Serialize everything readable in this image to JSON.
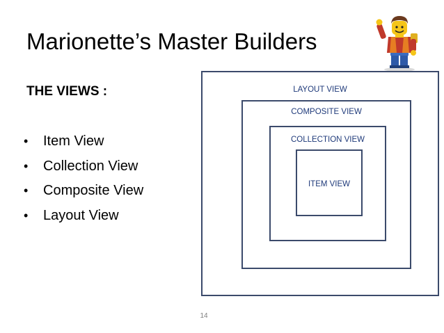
{
  "slide": {
    "title": "Marionette’s Master Builders",
    "heading": "THE VIEWS :",
    "bullet_symbol": "•",
    "bullets": [
      "Item View",
      "Collection View",
      "Composite View",
      "Layout View"
    ],
    "page_number": "14"
  },
  "diagram": {
    "layout_view": "LAYOUT VIEW",
    "composite_view": "COMPOSITE VIEW",
    "collection_view": "COLLECTION VIEW",
    "item_view": "ITEM VIEW",
    "border_color": "#3b4a6b",
    "label_color": "#1f3a7a"
  },
  "icons": {
    "avatar": "lego-minifigure-icon"
  }
}
